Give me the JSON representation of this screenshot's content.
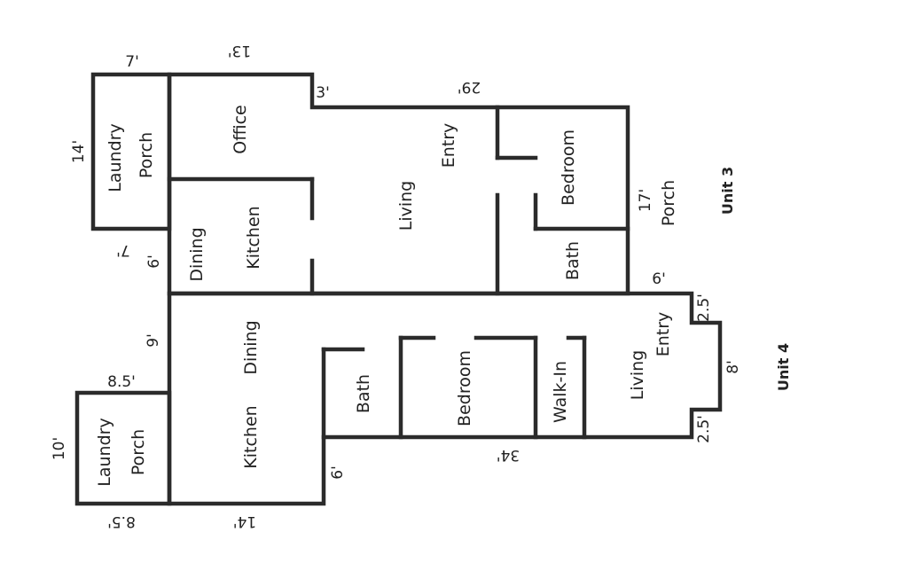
{
  "unit3": {
    "title": "Unit 3",
    "rooms": {
      "laundry": "Laundry",
      "laundry_porch": "Porch",
      "office": "Office",
      "dining": "Dining",
      "kitchen": "Kitchen",
      "living": "Living",
      "entry": "Entry",
      "bedroom": "Bedroom",
      "bath": "Bath",
      "porch": "Porch"
    },
    "dims": {
      "laundry_width": "7'",
      "laundry_depth": "14'",
      "laundry_bottom": "7'",
      "top_width": "13'",
      "step": "3'",
      "main_width": "29'",
      "left_side": "6'",
      "right_side": "17'",
      "right_step": "6'"
    }
  },
  "unit4": {
    "title": "Unit 4",
    "rooms": {
      "dining": "Dining",
      "kitchen": "Kitchen",
      "laundry": "Laundry",
      "laundry_porch": "Porch",
      "bath": "Bath",
      "bedroom": "Bedroom",
      "walkin": "Walk-In",
      "living": "Living",
      "entry": "Entry"
    },
    "dims": {
      "left_side": "9'",
      "laundry_width": "8.5'",
      "laundry_depth": "10'",
      "laundry_bottom": "8.5'",
      "bottom_width": "14'",
      "notch": "6'",
      "main_bottom": "34'",
      "right_top": "2.5'",
      "right_mid": "8'",
      "right_bottom": "2.5'"
    }
  }
}
